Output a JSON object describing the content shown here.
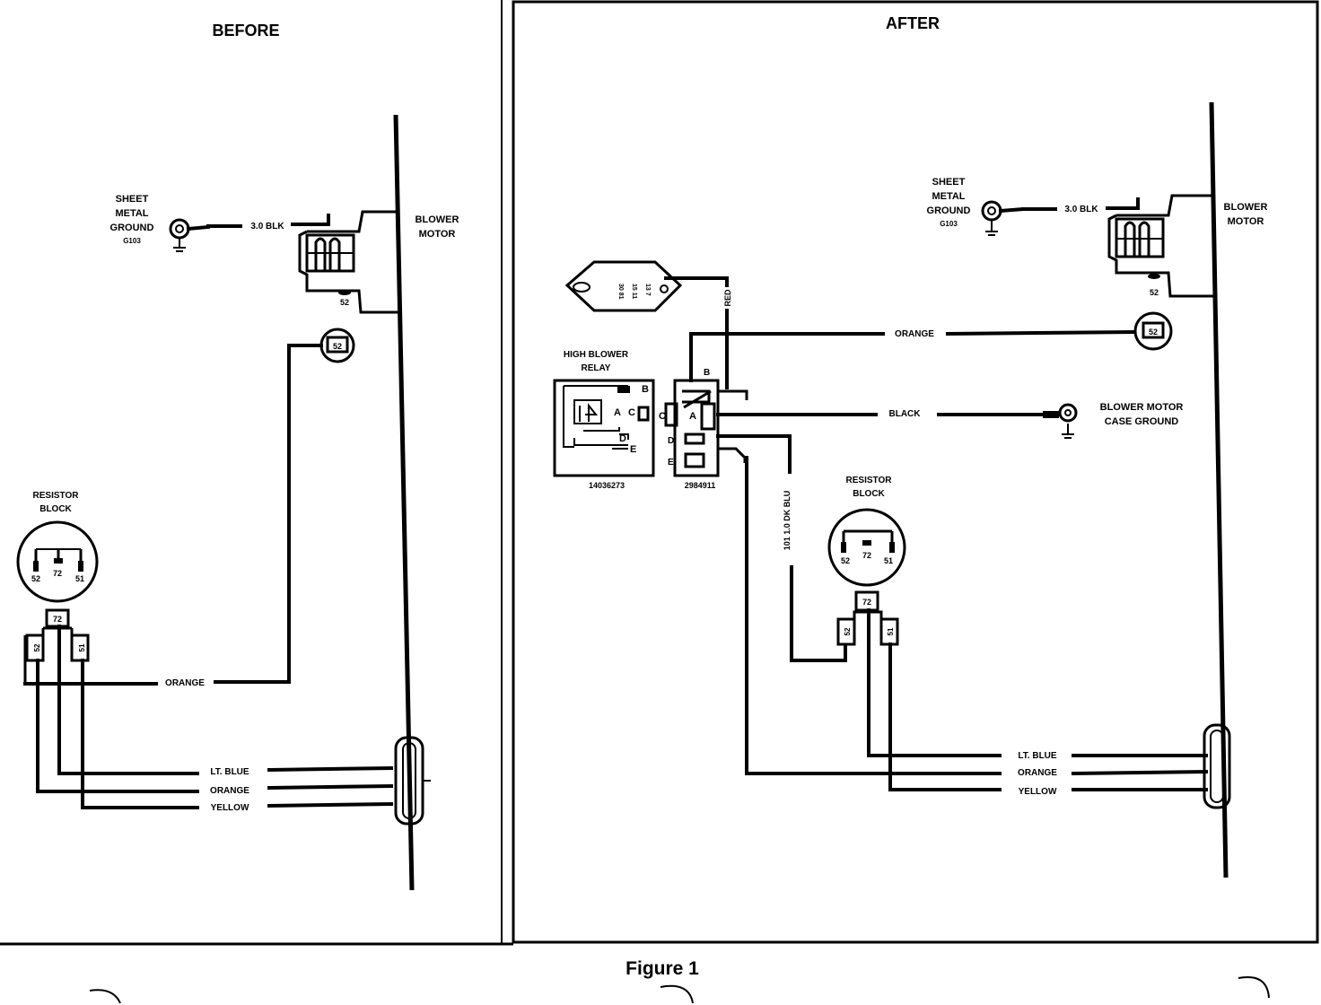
{
  "panels": {
    "before": {
      "title": "BEFORE",
      "ground": {
        "line1": "SHEET",
        "line2": "METAL",
        "line3": "GROUND",
        "code": "G103",
        "wire": "3.0 BLK"
      },
      "motor": {
        "line1": "BLOWER",
        "line2": "MOTOR",
        "terminal": "52"
      },
      "connector": "52",
      "resistor": {
        "line1": "RESISTOR",
        "line2": "BLOCK",
        "terminals": [
          "52",
          "72",
          "51"
        ]
      },
      "plug_terminals": [
        "52",
        "72",
        "51"
      ],
      "wires": {
        "orange": "ORANGE",
        "lt_blue": "LT. BLUE",
        "orange2": "ORANGE",
        "yellow": "YELLOW"
      }
    },
    "after": {
      "title": "AFTER",
      "ground": {
        "line1": "SHEET",
        "line2": "METAL",
        "line3": "GROUND",
        "code": "G103",
        "wire": "3.0 BLK"
      },
      "motor": {
        "line1": "BLOWER",
        "line2": "MOTOR",
        "terminal": "52"
      },
      "connector": "52",
      "relay": {
        "line1": "HIGH BLOWER",
        "line2": "RELAY",
        "part": "14036273",
        "pins": [
          "B",
          "A",
          "C",
          "D",
          "E"
        ]
      },
      "harness": {
        "part": "2984911",
        "pins": [
          "B",
          "C",
          "A",
          "D",
          "E"
        ]
      },
      "case_ground": {
        "line1": "BLOWER MOTOR",
        "line2": "CASE GROUND"
      },
      "resistor": {
        "line1": "RESISTOR",
        "line2": "BLOCK",
        "terminals": [
          "52",
          "72",
          "51"
        ]
      },
      "plug_terminals": [
        "52",
        "72",
        "51"
      ],
      "wires": {
        "red": "RED",
        "orange": "ORANGE",
        "black": "BLACK",
        "dk_blu": "101 1.0 DK BLU",
        "lt_blue": "LT. BLUE",
        "orange2": "ORANGE",
        "yellow": "YELLOW"
      }
    }
  },
  "caption": "Figure 1"
}
